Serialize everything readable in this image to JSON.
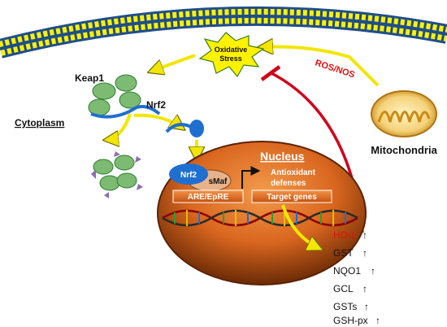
{
  "labels": {
    "oxidative_stress": [
      "Oxidative",
      "Stress"
    ],
    "ros_nos": "ROS/NOS",
    "keap1": "Keap1",
    "nrf2_cytoplasm": "Nrf2",
    "cytoplasm": "Cytoplasm",
    "mitochondria": "Mitochondria",
    "nucleus": "Nucleus",
    "nrf2_nucleus": "Nrf2",
    "smaf": "sMaf",
    "are_epre": "ARE/EpRE",
    "target_genes": "Target genes",
    "antioxidant_defenses": [
      "Antioxidant",
      "defenses"
    ]
  },
  "genes": [
    {
      "name": "HO-I",
      "arrow": "↑",
      "color": "#e01010"
    },
    {
      "name": "GST",
      "arrow": "↑",
      "color": "#111111"
    },
    {
      "name": "NQO1",
      "arrow": "↑",
      "color": "#111111"
    },
    {
      "name": "GCL",
      "arrow": "↑",
      "color": "#111111"
    },
    {
      "name": "GSTs",
      "arrow": "↑",
      "color": "#111111"
    },
    {
      "name": "GSH-px",
      "arrow": "↑",
      "color": "#111111"
    }
  ],
  "colors": {
    "membrane_yellow": "#fff200",
    "membrane_blue": "#1f4e8c",
    "arrow_yellow": "#f2e600",
    "inhibit_red": "#d0021b",
    "keap1_green": "#7dbb72",
    "nrf2_blue": "#1f6fd1",
    "nucleus_orange": "#d9661f",
    "mito_gold": "#e0a528"
  }
}
